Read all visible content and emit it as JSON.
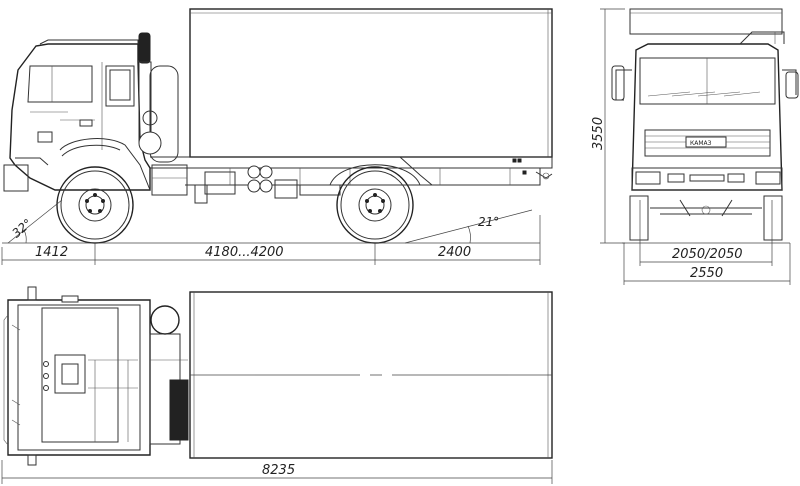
{
  "dimensions": {
    "front_overhang": "1412",
    "wheelbase": "4180...4200",
    "rear_overhang": "2400",
    "overall_length": "8235",
    "height": "3550",
    "track": "2050/2050",
    "overall_width": "2550",
    "approach_angle": "32°",
    "departure_angle": "21°"
  },
  "badge": {
    "brand": "КАМАЗ"
  },
  "colors": {
    "line": "#333333",
    "background": "#ffffff"
  }
}
